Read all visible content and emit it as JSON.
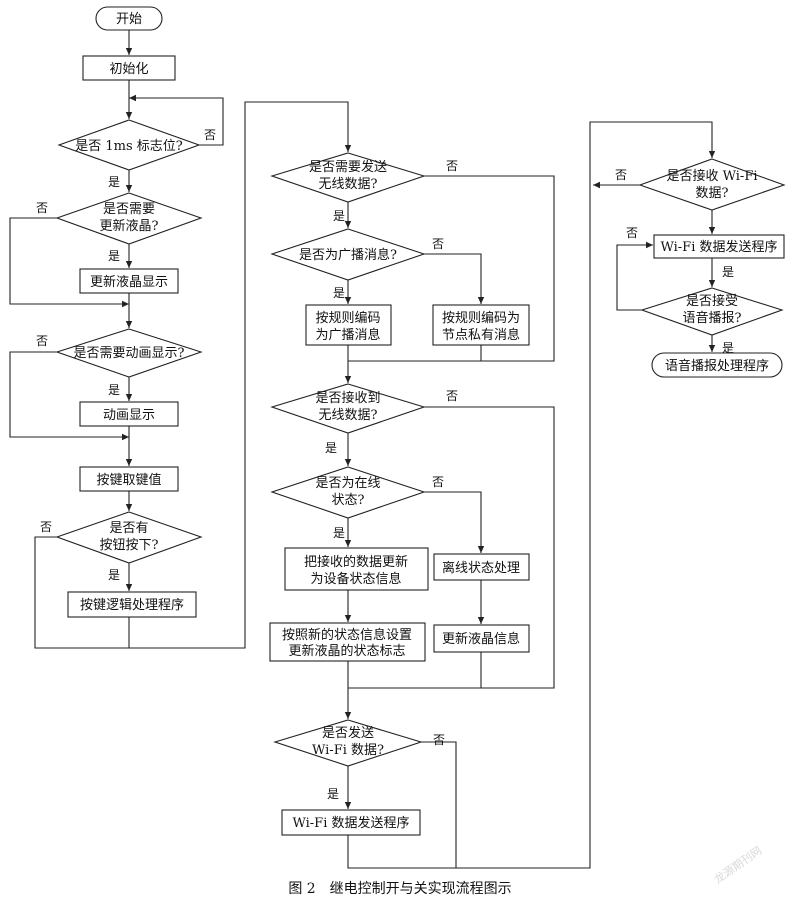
{
  "nodes": {
    "start": "开始",
    "init": "初始化",
    "q_1ms": "是否 1ms 标志位?",
    "q_lcd_update": [
      "是否需要",
      "更新液晶?"
    ],
    "update_lcd_display": "更新液晶显示",
    "q_animation": "是否需要动画显示?",
    "animation_display": "动画显示",
    "read_key": "按键取键值",
    "q_key_pressed": [
      "是否有",
      "按钮按下?"
    ],
    "key_logic": "按键逻辑处理程序",
    "q_send_wireless": [
      "是否需要发送",
      "无线数据?"
    ],
    "q_broadcast": "是否为广播消息?",
    "encode_broadcast": [
      "按规则编码",
      "为广播消息"
    ],
    "encode_private": [
      "按规则编码为",
      "节点私有消息"
    ],
    "q_recv_wireless": [
      "是否接收到",
      "无线数据?"
    ],
    "q_online": [
      "是否为在线",
      "状态?"
    ],
    "update_device_status": [
      "把接收的数据更新",
      "为设备状态信息"
    ],
    "offline_handler": "离线状态处理",
    "set_lcd_status": [
      "按照新的状态信息设置",
      "更新液晶的状态标志"
    ],
    "update_lcd_info": "更新液晶信息",
    "q_send_wifi": [
      "是否发送",
      "Wi-Fi 数据?"
    ],
    "wifi_send_1": "Wi-Fi 数据发送程序",
    "q_recv_wifi": [
      "是否接收 Wi-Fi",
      "数据?"
    ],
    "wifi_send_2": "Wi-Fi 数据发送程序",
    "q_voice": [
      "是否接受",
      "语音播报?"
    ],
    "voice_handler": "语音播报处理程序"
  },
  "branch_labels": {
    "yes": "是",
    "no": "否"
  },
  "caption": "图 2　继电控制开与关实现流程图示",
  "watermark": "龙源期刊网"
}
